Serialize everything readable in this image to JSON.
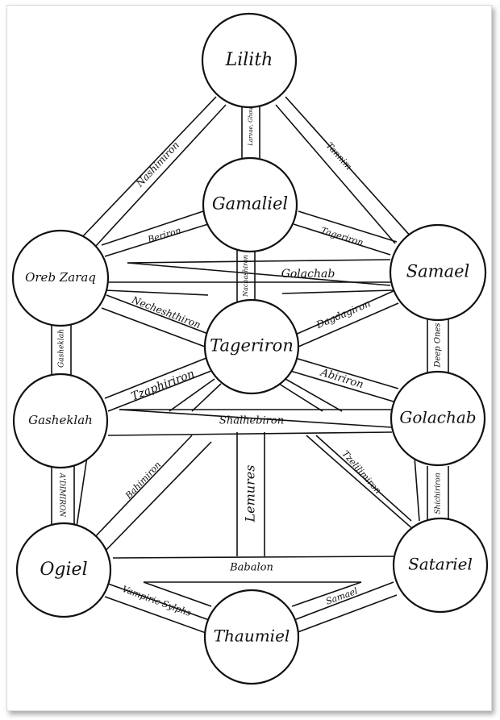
{
  "nodes": {
    "lilith": "Lilith",
    "gamaliel": "Gamaliel",
    "oreb_zaraq": "Oreb Zaraq",
    "samael": "Samael",
    "tageriron": "Tageriron",
    "gasheklah": "Gasheklah",
    "golachab": "Golachab",
    "ogiel": "Ogiel",
    "satariel": "Satariel",
    "thaumiel": "Thaumiel"
  },
  "paths": {
    "nashimiron": "Nashimiron",
    "lemures_top": "Larvae, Ghouls",
    "tannim": "Tannim",
    "beriron": "Beriron",
    "tageriron_path": "Tageriron",
    "golachab_path": "Golachab",
    "nachashiron": "Nachashiron",
    "necheshthiron": "Necheshthiron",
    "dagdagiron": "Dagdagiron",
    "gasheklah_path": "Gasheklah",
    "deep_ones": "Deep Ones",
    "tzaphiriron": "Tzaphiriron",
    "abiriron": "Abiriron",
    "shalhebiron": "Shalhebiron",
    "bahimiron": "Bahimiron",
    "lemures": "Lemures",
    "tzelilimiron": "Tzelilimiron",
    "adimiron": "A'DIMIRON",
    "shichiriron": "Shichiriron",
    "babalon": "Babalon",
    "vampiric_sylphs": "Vampiric Sylphs",
    "samael_path": "Samael"
  }
}
